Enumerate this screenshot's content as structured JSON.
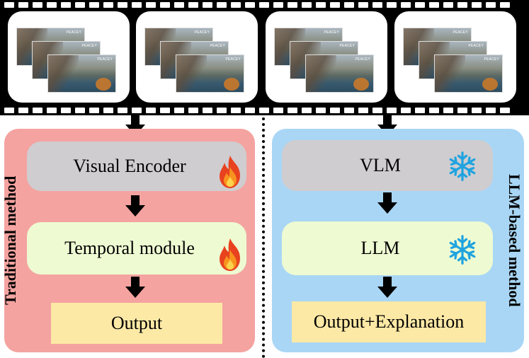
{
  "film_strip": {
    "frames": [
      {
        "tags": [
          "PEACEY",
          "PEACEY",
          "PEACEY"
        ]
      },
      {
        "tags": [
          "PEACEY",
          "PEACEY",
          "PEACEY"
        ]
      },
      {
        "tags": [
          "PEACEY",
          "PEACEY",
          "PEACEY"
        ]
      },
      {
        "tags": [
          "PEACEY",
          "PEACEY",
          "PEACEY"
        ]
      }
    ]
  },
  "traditional": {
    "label": "Traditional method",
    "color": "#f4a3a0",
    "boxes": {
      "encoder": "Visual Encoder",
      "temporal": "Temporal module",
      "output": "Output"
    },
    "trainable_icon": "fire-icon"
  },
  "llm_based": {
    "label": "LLM-based method",
    "color": "#a9d6f5",
    "boxes": {
      "vlm": "VLM",
      "llm": "LLM",
      "output": "Output+Explanation"
    },
    "frozen_icon": "snowflake-icon"
  }
}
